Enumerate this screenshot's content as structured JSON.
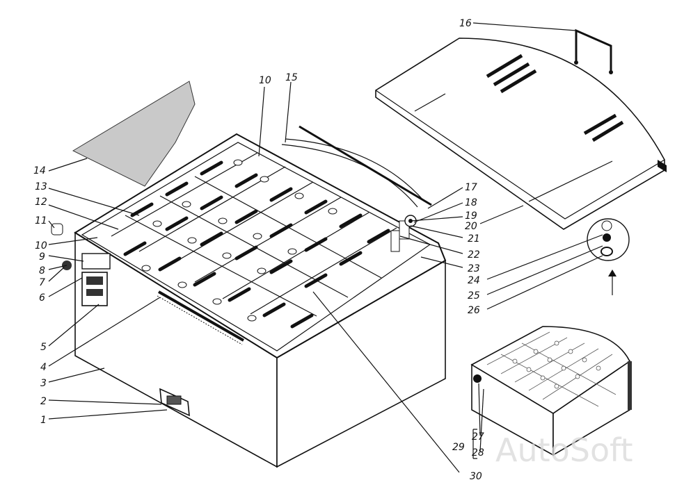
{
  "diagram": {
    "labels": [
      "1",
      "2",
      "3",
      "4",
      "5",
      "6",
      "7",
      "8",
      "9",
      "10",
      "10",
      "11",
      "12",
      "13",
      "14",
      "15",
      "16",
      "17",
      "18",
      "19",
      "20",
      "21",
      "22",
      "23",
      "24",
      "25",
      "26",
      "27",
      "28",
      "29",
      "30"
    ],
    "watermark": "AutoSoft"
  }
}
